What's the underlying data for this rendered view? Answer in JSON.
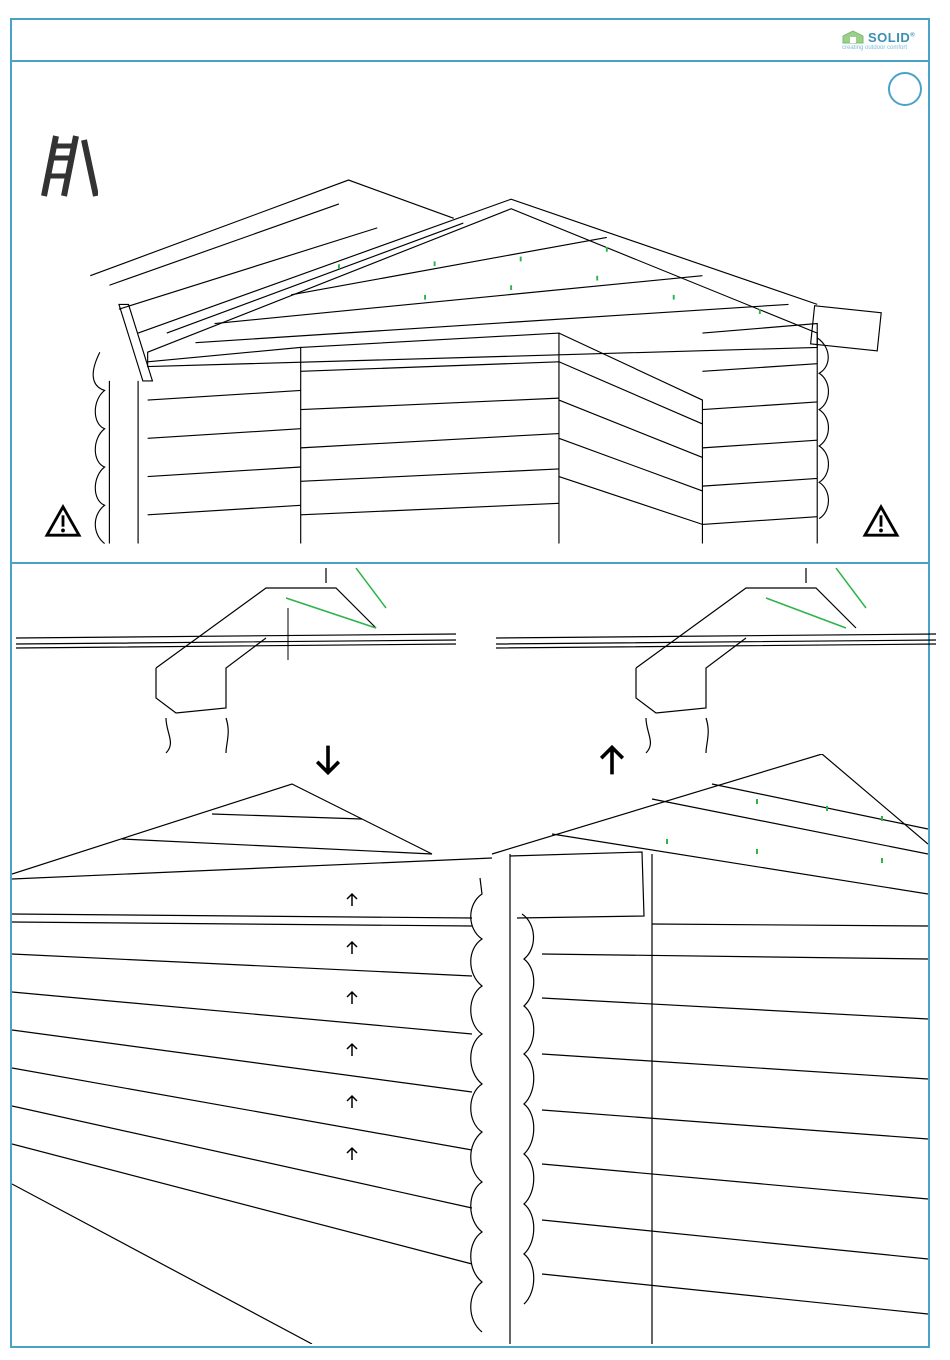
{
  "header": {
    "logo": {
      "brand": "SOLID",
      "registered": "®",
      "tagline": "creating outdoor comfort",
      "icon": "house-logo-icon",
      "color": "#3a8fb3"
    }
  },
  "colors": {
    "frame": "#4aa3c7",
    "line": "#000000",
    "accent": "#2db34a"
  },
  "step": {
    "number": ""
  },
  "icons": {
    "ladder": "ladder-icon",
    "warning_left": "warning-triangle-icon",
    "warning_right": "warning-triangle-icon",
    "arrow_down": "arrow-down-icon",
    "arrow_up": "arrow-up-icon"
  },
  "diagram": {
    "detail_left_direction": "down",
    "detail_right_direction": "up",
    "wall_arrow_count": 6
  }
}
